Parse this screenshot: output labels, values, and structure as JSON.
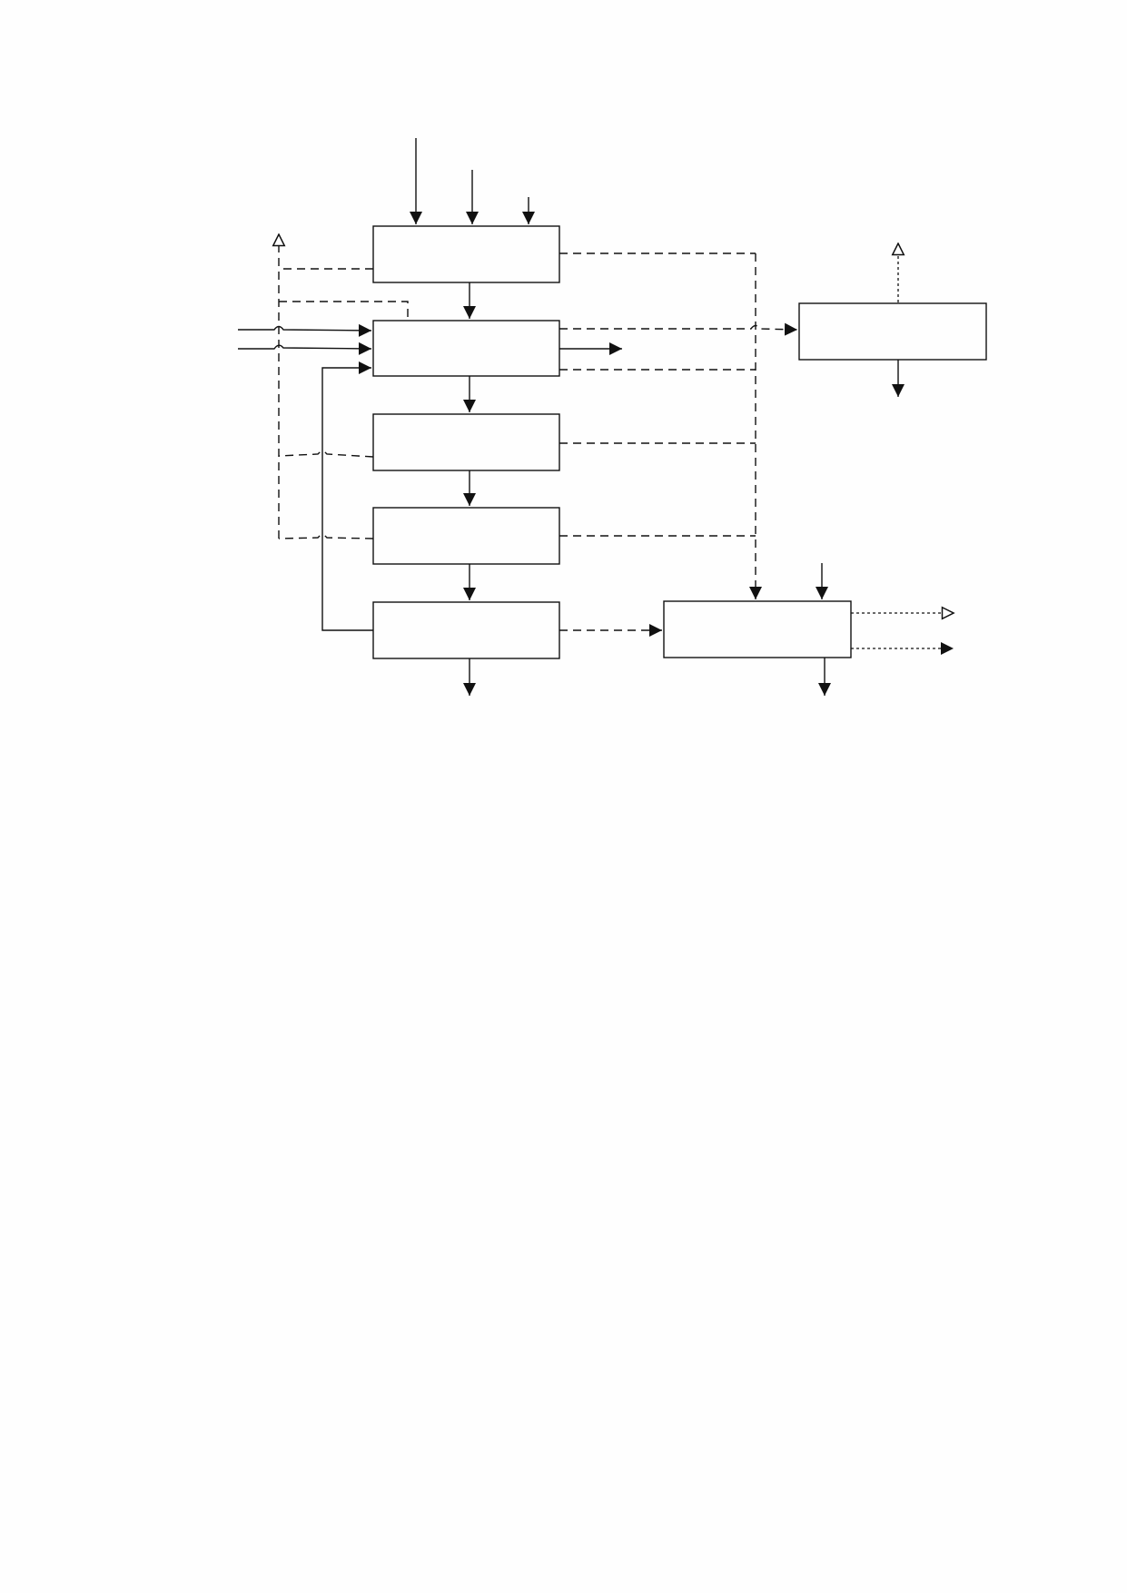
{
  "diagram": {
    "colors": {
      "stroke": "#111111",
      "background": "#fefefe"
    },
    "boxes": [
      {
        "id": "box-1",
        "label": ""
      },
      {
        "id": "box-2",
        "label": ""
      },
      {
        "id": "box-3",
        "label": ""
      },
      {
        "id": "box-4",
        "label": ""
      },
      {
        "id": "box-5",
        "label": ""
      },
      {
        "id": "box-6",
        "label": ""
      },
      {
        "id": "box-7",
        "label": ""
      }
    ]
  }
}
